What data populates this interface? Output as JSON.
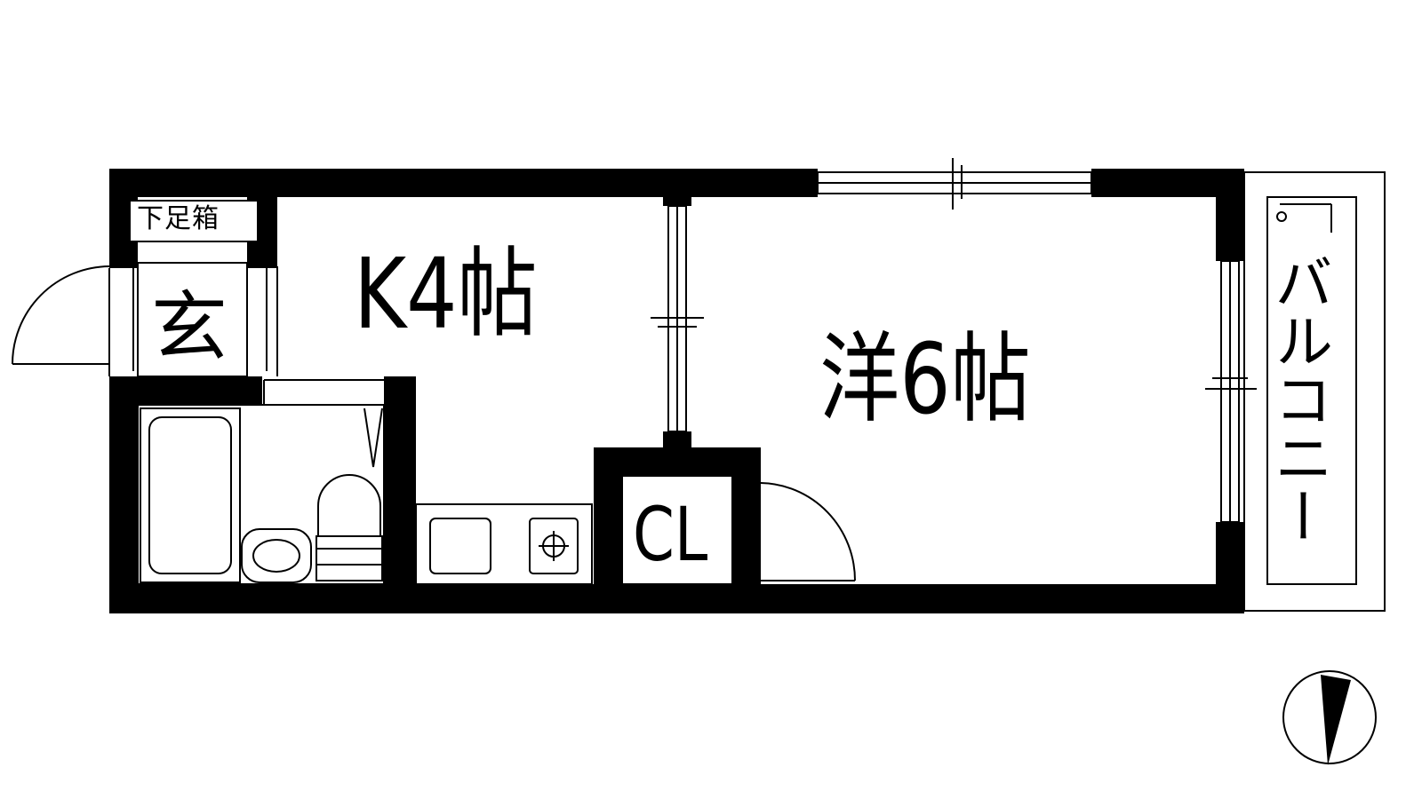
{
  "labels": {
    "shoe_box": "下足箱",
    "entrance": "玄",
    "kitchen": "K4帖",
    "western_room": "洋6帖",
    "closet": "CL",
    "balcony": "バルコニー"
  },
  "icons": {
    "compass": "north-arrow-icon",
    "stove": "gas-burner-icon",
    "sink": "sink-icon",
    "bathtub": "bathtub-icon",
    "toilet": "toilet-icon",
    "washbasin": "washbasin-icon",
    "faucet": "balcony-faucet-icon"
  },
  "colors": {
    "wall": "#000000",
    "background": "#ffffff"
  }
}
